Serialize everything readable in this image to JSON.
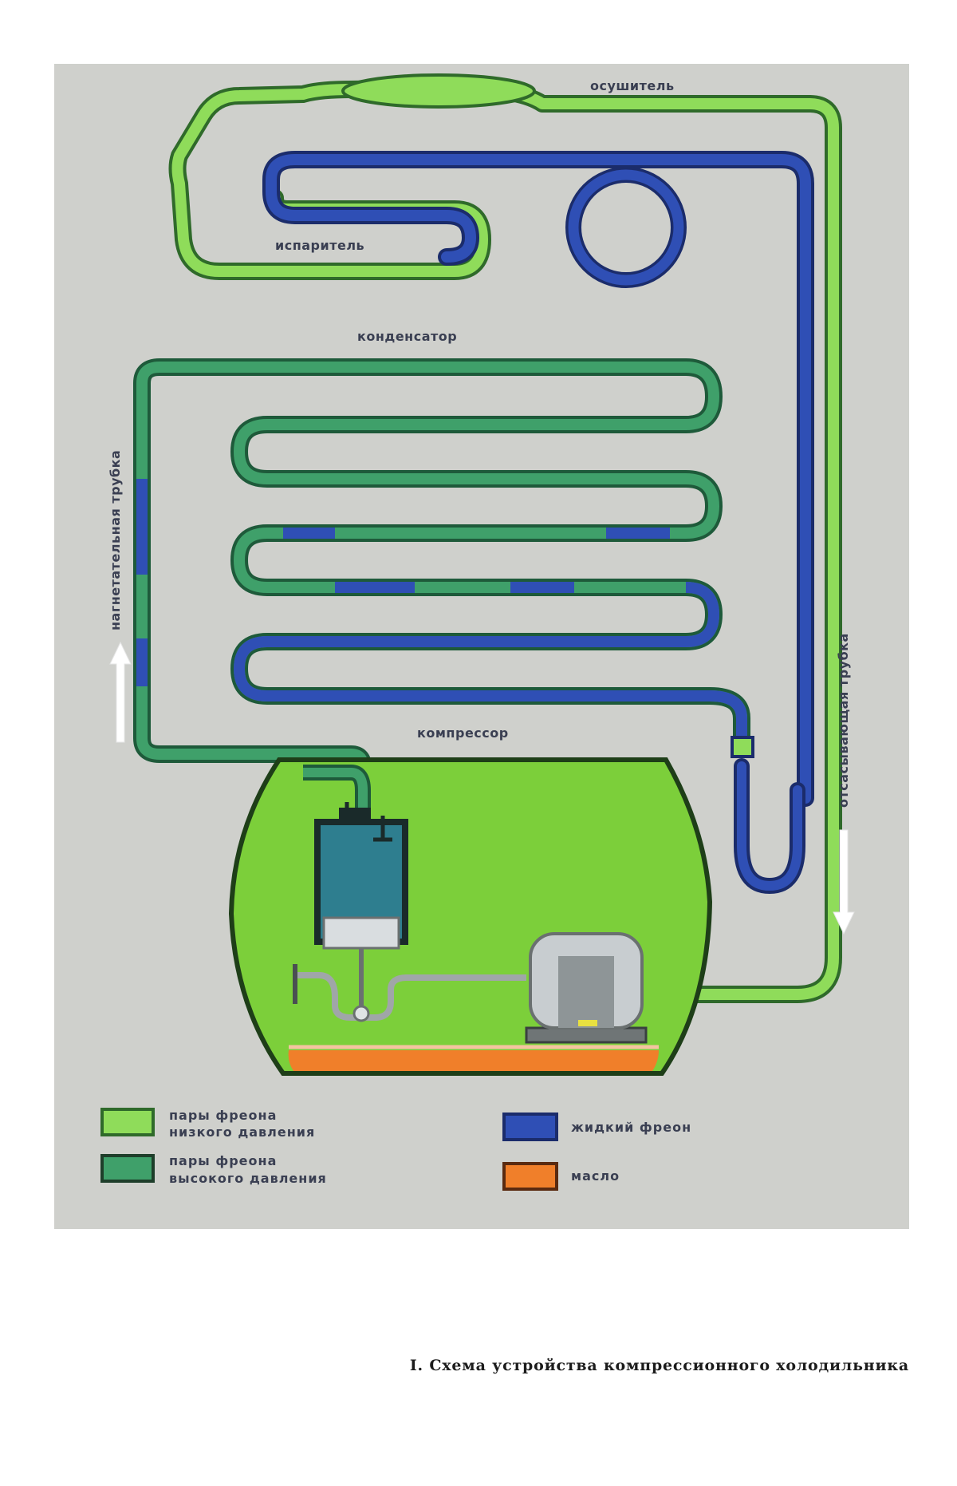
{
  "labels": {
    "dryer": "осушитель",
    "evaporator": "испаритель",
    "condenser": "конденсатор",
    "compressor": "компрессор",
    "discharge_tube": "нагнетательная трубка",
    "suction_tube": "отсасывающая трубка"
  },
  "legend": [
    {
      "key": "low_pressure_vapor",
      "line1": "пары фреона",
      "line2": "низкого давления",
      "color": "#8fdc5a"
    },
    {
      "key": "high_pressure_vapor",
      "line1": "пары фреона",
      "line2": "высокого давления",
      "color": "#3fa06a"
    },
    {
      "key": "liquid_freon",
      "line1": "жидкий фреон",
      "color": "#2f4fb5"
    },
    {
      "key": "oil",
      "line1": "масло",
      "color": "#f07f2a"
    }
  ],
  "caption": "I. Схема устройства компрессионного холодильника",
  "colors": {
    "background": "#cfd0cc",
    "compressor_shell": "#7ccf3a",
    "low_pressure": "#8fdc5a",
    "high_pressure": "#3fa06a",
    "liquid": "#2f4fb5",
    "oil": "#f07f2a",
    "cylinder": "#2e7e8f"
  },
  "icons": [
    "arrow-up-icon",
    "arrow-down-icon"
  ]
}
